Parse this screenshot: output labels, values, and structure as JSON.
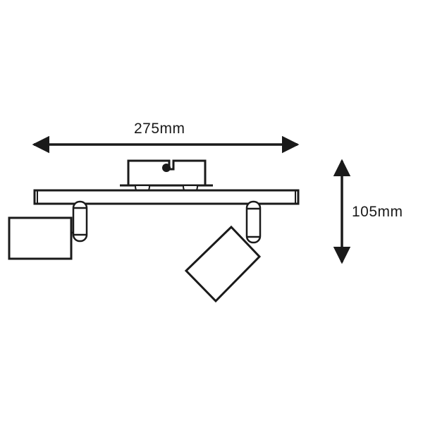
{
  "diagram": {
    "type": "technical-dimension-drawing",
    "subject": "ceiling spotlight bar with two adjustable heads",
    "colors": {
      "stroke": "#1a1a1a",
      "background": "#ffffff"
    },
    "dimensions": {
      "width": {
        "label": "275mm",
        "orientation": "horizontal"
      },
      "height": {
        "label": "105mm",
        "orientation": "vertical"
      }
    },
    "parts": [
      "canopy",
      "rail",
      "left-spot-head",
      "right-spot-head"
    ]
  }
}
